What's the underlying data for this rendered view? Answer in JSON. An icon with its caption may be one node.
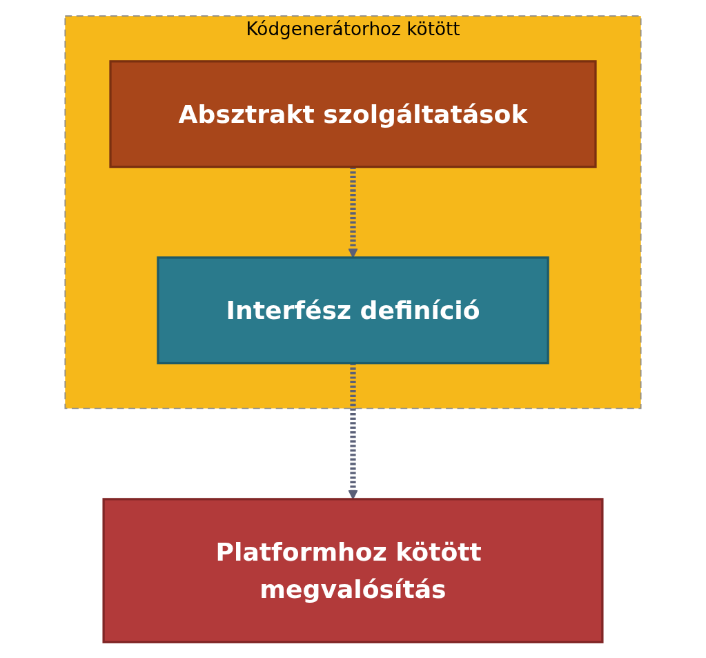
{
  "diagram": {
    "nodes": [
      {
        "text": [
          "Kódgenerátorhoz kötött"
        ]
      },
      {
        "text": [
          "Absztrakt szolgáltatások"
        ],
        "in": 0
      },
      {
        "text": [
          "Interfész definíció"
        ],
        "in": 0
      },
      {
        "text": [
          "Platformhoz kötött megvalósítás"
        ]
      }
    ],
    "edges": [
      {
        "from": 1,
        "to": 2,
        "arrow": "to",
        "style": "dashed"
      },
      {
        "from": 2,
        "to": 3,
        "arrow": "to",
        "style": "dashed"
      }
    ]
  }
}
